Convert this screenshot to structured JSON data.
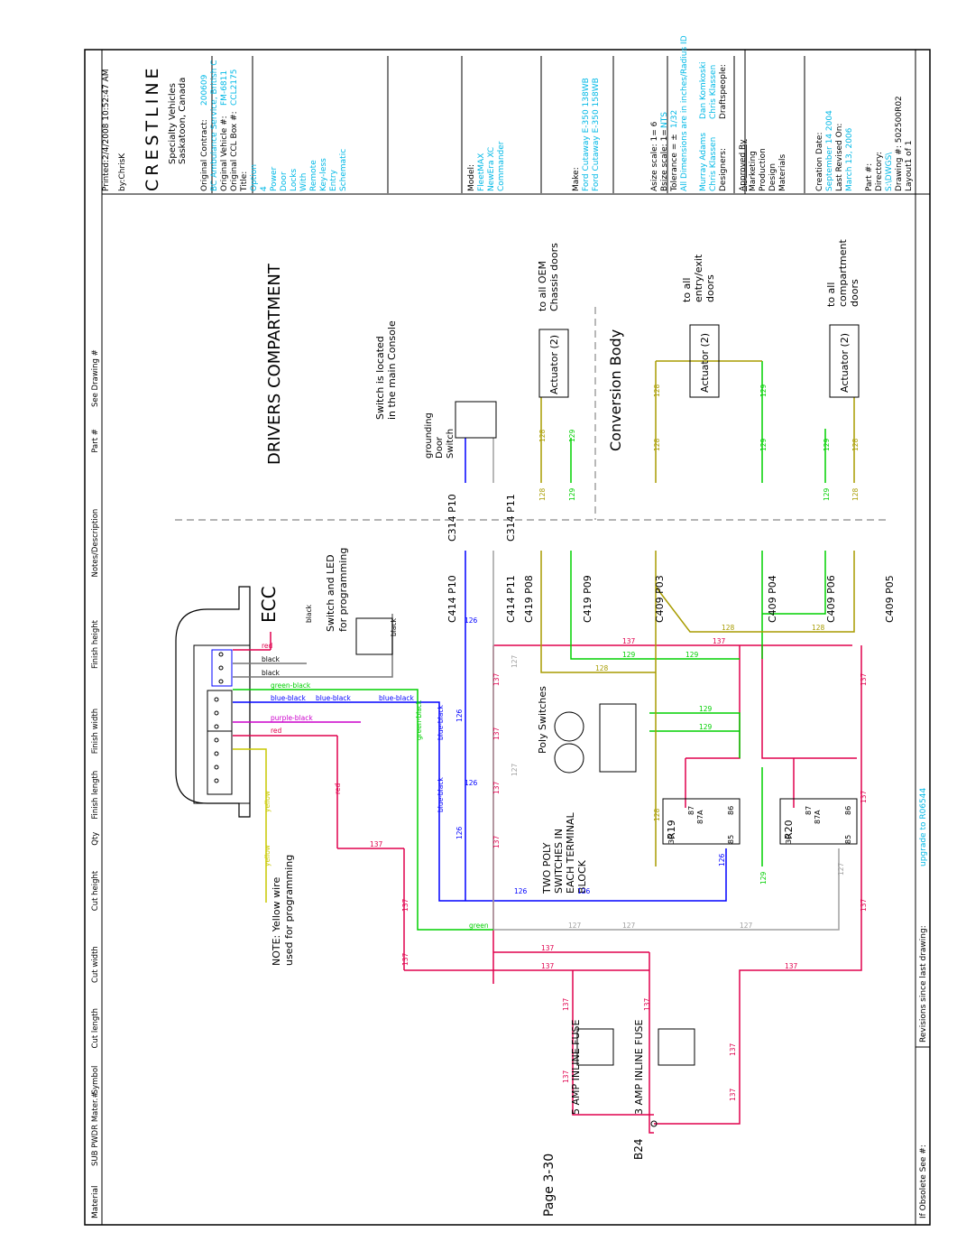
{
  "title_block": {
    "printed": "Printed:2/4/2008 10:52:47 AM",
    "by": "by:ChrisK",
    "brand": "CRESTLINE",
    "division": "Specialty Vehicles",
    "location": "Saskatoon, Canada",
    "contract_label": "Original Contract:",
    "contract_value": "200609",
    "contract_customer": "BC Ambulance Service, British C",
    "vehicle_label": "Original Vehicle #:",
    "vehicle_value": "FM-6811",
    "ccl_label": "Original CCL Box #:",
    "ccl_value": "CCL2175",
    "title_label": "Title:",
    "title_lines": [
      "Option",
      "4",
      "Power",
      "Door",
      "Locks",
      "With",
      "Remote",
      "Key-less",
      "Entry",
      "Schematic"
    ],
    "model_label": "Model:",
    "model_lines": [
      "FleetMAX",
      "NewEra XC",
      "Commander"
    ],
    "make_label": "Make:",
    "make_lines": [
      "Ford Cutaway E-350 138WB",
      "Ford Cutaway E-350 158WB"
    ],
    "asize": "Asize scale: 1= 6",
    "bsize": "Bsize scale: 1=",
    "bsize_value": "NTS",
    "tolerance": "Tolerance = ±",
    "tolerance_value": "1/32",
    "all_dims": "All Dimensions are in inches/Radius ID",
    "designers_label": "Designers:",
    "designers": [
      "Murray Adams",
      "Chris Klassen"
    ],
    "draftspeople_label": "Draftspeople:",
    "draftspeople": [
      "Dan Komkoski",
      "Chris Klassen"
    ],
    "approved_label": "Approved By",
    "approvals": [
      "Marketing",
      "Production",
      "Design",
      "Materials"
    ],
    "creation_label": "Creation Date:",
    "creation_value": "September 14 2004",
    "revised_label": "Last Revised On:",
    "revised_value": "March 13, 2006",
    "part_label": "Part #:",
    "directory_label": "Directory:",
    "directory_value": "S:\\DWGS\\",
    "drawing_label": "Drawing #: 502500R02",
    "layout_label": "Layout1 of 1"
  },
  "table_header": [
    "SUB PWDR Mater.#",
    "Symbol",
    "Cut length",
    "Cut width",
    "Cut height",
    "Qty",
    "Finish length",
    "Finish width",
    "Finish height",
    "Notes/Description",
    "Part #",
    "See Drawing #"
  ],
  "material_label": "Material",
  "obsolete_label": "If Obsolete See #:",
  "revisions_label": "Revisions since last drawing:",
  "revisions_value": "upgrade to R06544",
  "page": "Page 3-30",
  "diagram": {
    "drivers": "DRIVERS COMPARTMENT",
    "conversion": "Conversion Body",
    "ecc": "ECC",
    "switch_led": [
      "Switch and LED",
      "for programming"
    ],
    "note": [
      "NOTE: Yellow wire",
      "used for programming"
    ],
    "poly_title": "Poly Switches",
    "poly_note": [
      "TWO POLY",
      "SWITCHES IN",
      "EACH TERMINAL",
      "BLOCK"
    ],
    "fuse5": "5 AMP INLINE FUSE",
    "fuse3": "3 AMP INLINE FUSE",
    "b24": "B24",
    "r19": "R19",
    "r20": "R20",
    "door_switch": [
      "grounding",
      "Door",
      "Switch"
    ],
    "switch_loc": [
      "Switch is located",
      "in the main Console"
    ],
    "actuator": "Actuator (2)",
    "to_oem": [
      "to all OEM",
      "Chassis doors"
    ],
    "to_entry": [
      "to all",
      "entry/exit",
      "doors"
    ],
    "to_comp": [
      "to all",
      "compartment",
      "doors"
    ],
    "connectors_top": [
      "C314 P10",
      "C314 P11"
    ],
    "connectors_low": [
      "C414 P10",
      "C414 P11",
      "C419 P08",
      "C419 P09",
      "C409 P03",
      "C409 P04",
      "C409 P06",
      "C409 P05"
    ],
    "wire_labels": {
      "red": "red",
      "black": "black",
      "green_black": "green-black",
      "blue_black": "blue-black",
      "purple_black": "purple-black",
      "purple": "purple",
      "yellow": "yellow",
      "green": "green",
      "w126": "126",
      "w127": "127",
      "w128": "128",
      "w129": "129",
      "w137": "137"
    },
    "relay_pins": [
      "87",
      "87A",
      "86",
      "30",
      "85"
    ]
  },
  "colors": {
    "red": "#e0004d",
    "blue": "#0000ff",
    "green": "#00d000",
    "olive": "#a89c00",
    "gray": "#a0a0a0",
    "purple": "#cc00cc",
    "yellow": "#c8c800",
    "cyan": "#00b8e6"
  }
}
